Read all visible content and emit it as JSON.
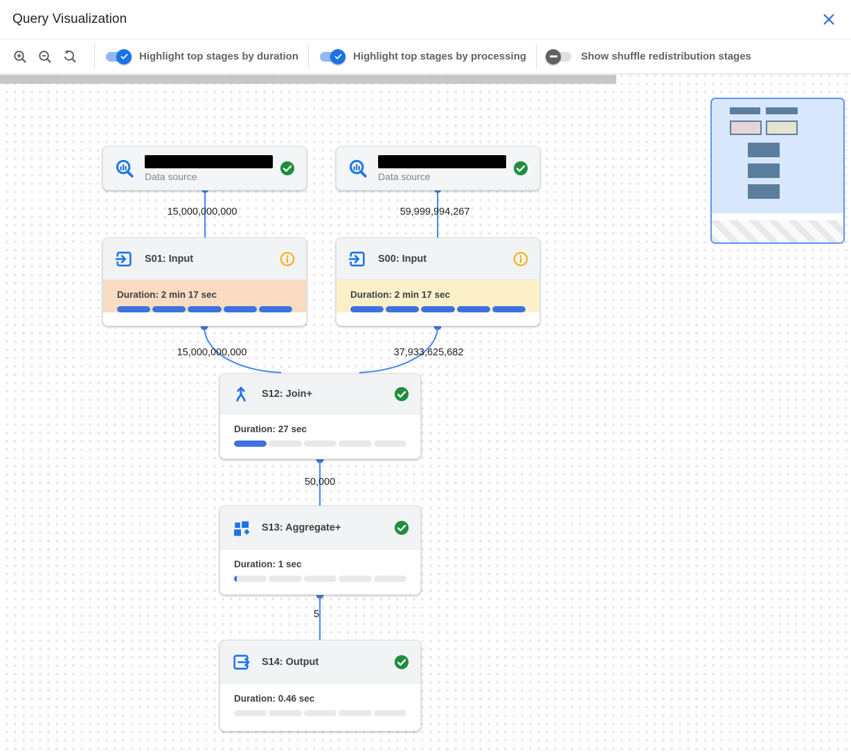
{
  "header": {
    "title": "Query Visualization"
  },
  "toolbar": {
    "zoom_icons": [
      "zoom-in",
      "zoom-out",
      "zoom-reset"
    ],
    "toggles": [
      {
        "label": "Highlight top stages by duration",
        "state": "on"
      },
      {
        "label": "Highlight top stages by processing",
        "state": "on"
      },
      {
        "label": "Show shuffle redistribution stages",
        "state": "off"
      }
    ]
  },
  "graph": {
    "datasources": [
      {
        "label": "Data source",
        "status": "complete"
      },
      {
        "label": "Data source",
        "status": "complete"
      }
    ],
    "edges": [
      {
        "label": "15,000,000,000"
      },
      {
        "label": "59,999,994,267"
      },
      {
        "label": "15,000,000,000"
      },
      {
        "label": "37,933,625,682"
      },
      {
        "label": "50,000"
      },
      {
        "label": "5"
      }
    ],
    "stages": [
      {
        "id": "S01: Input",
        "duration": "Duration: 2 min 17 sec",
        "progress_pct": 100,
        "highlight": "duration",
        "status": "info",
        "icon": "input-icon"
      },
      {
        "id": "S00: Input",
        "duration": "Duration: 2 min 17 sec",
        "progress_pct": 100,
        "highlight": "processing",
        "status": "info",
        "icon": "input-icon"
      },
      {
        "id": "S12: Join+",
        "duration": "Duration: 27 sec",
        "progress_pct": 20,
        "highlight": "none",
        "status": "complete",
        "icon": "join-icon"
      },
      {
        "id": "S13: Aggregate+",
        "duration": "Duration: 1 sec",
        "progress_pct": 1.5,
        "highlight": "none",
        "status": "complete",
        "icon": "aggregate-icon"
      },
      {
        "id": "S14: Output",
        "duration": "Duration: 0.46 sec",
        "progress_pct": 0,
        "highlight": "none",
        "status": "complete",
        "icon": "output-icon"
      }
    ]
  },
  "colors": {
    "accent_blue": "#1a73e8",
    "edge_blue": "#4285f4",
    "progress_blue": "#3e71e0",
    "success_green": "#1e8e3e",
    "warning_amber": "#f9ab00",
    "highlight_duration": "#f9dcc2",
    "highlight_processing": "#fcf0c9"
  }
}
